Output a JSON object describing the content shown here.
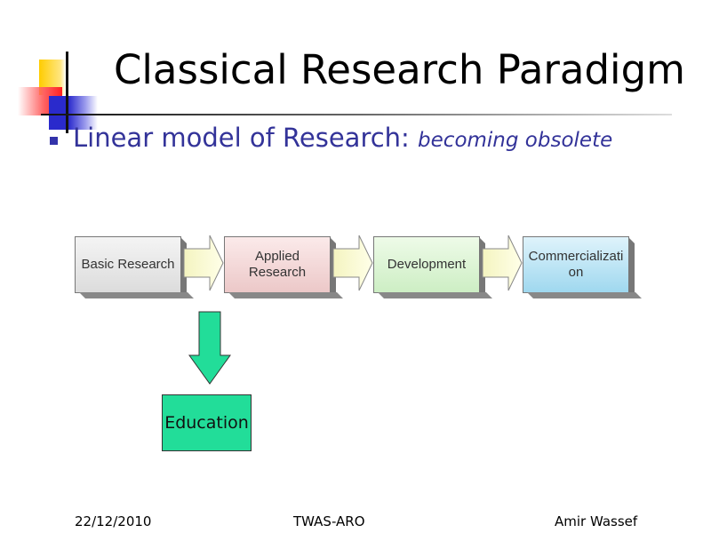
{
  "title": "Classical Research Paradigm",
  "bullet": {
    "text": "Linear model of Research:",
    "note": "becoming obsolete"
  },
  "diagram": {
    "stages": [
      {
        "label": "Basic Research",
        "color": "#e8e8e8"
      },
      {
        "label": "Applied Research",
        "color": "#f4d8d8"
      },
      {
        "label": "Development",
        "color": "#d8f4d0"
      },
      {
        "label": "Commercialization",
        "color": "#b8e4f4"
      }
    ],
    "branch": {
      "label": "Education",
      "color": "#22dd99"
    }
  },
  "footer": {
    "date": "22/12/2010",
    "center": "TWAS-ARO",
    "author": "Amir Wassef"
  }
}
